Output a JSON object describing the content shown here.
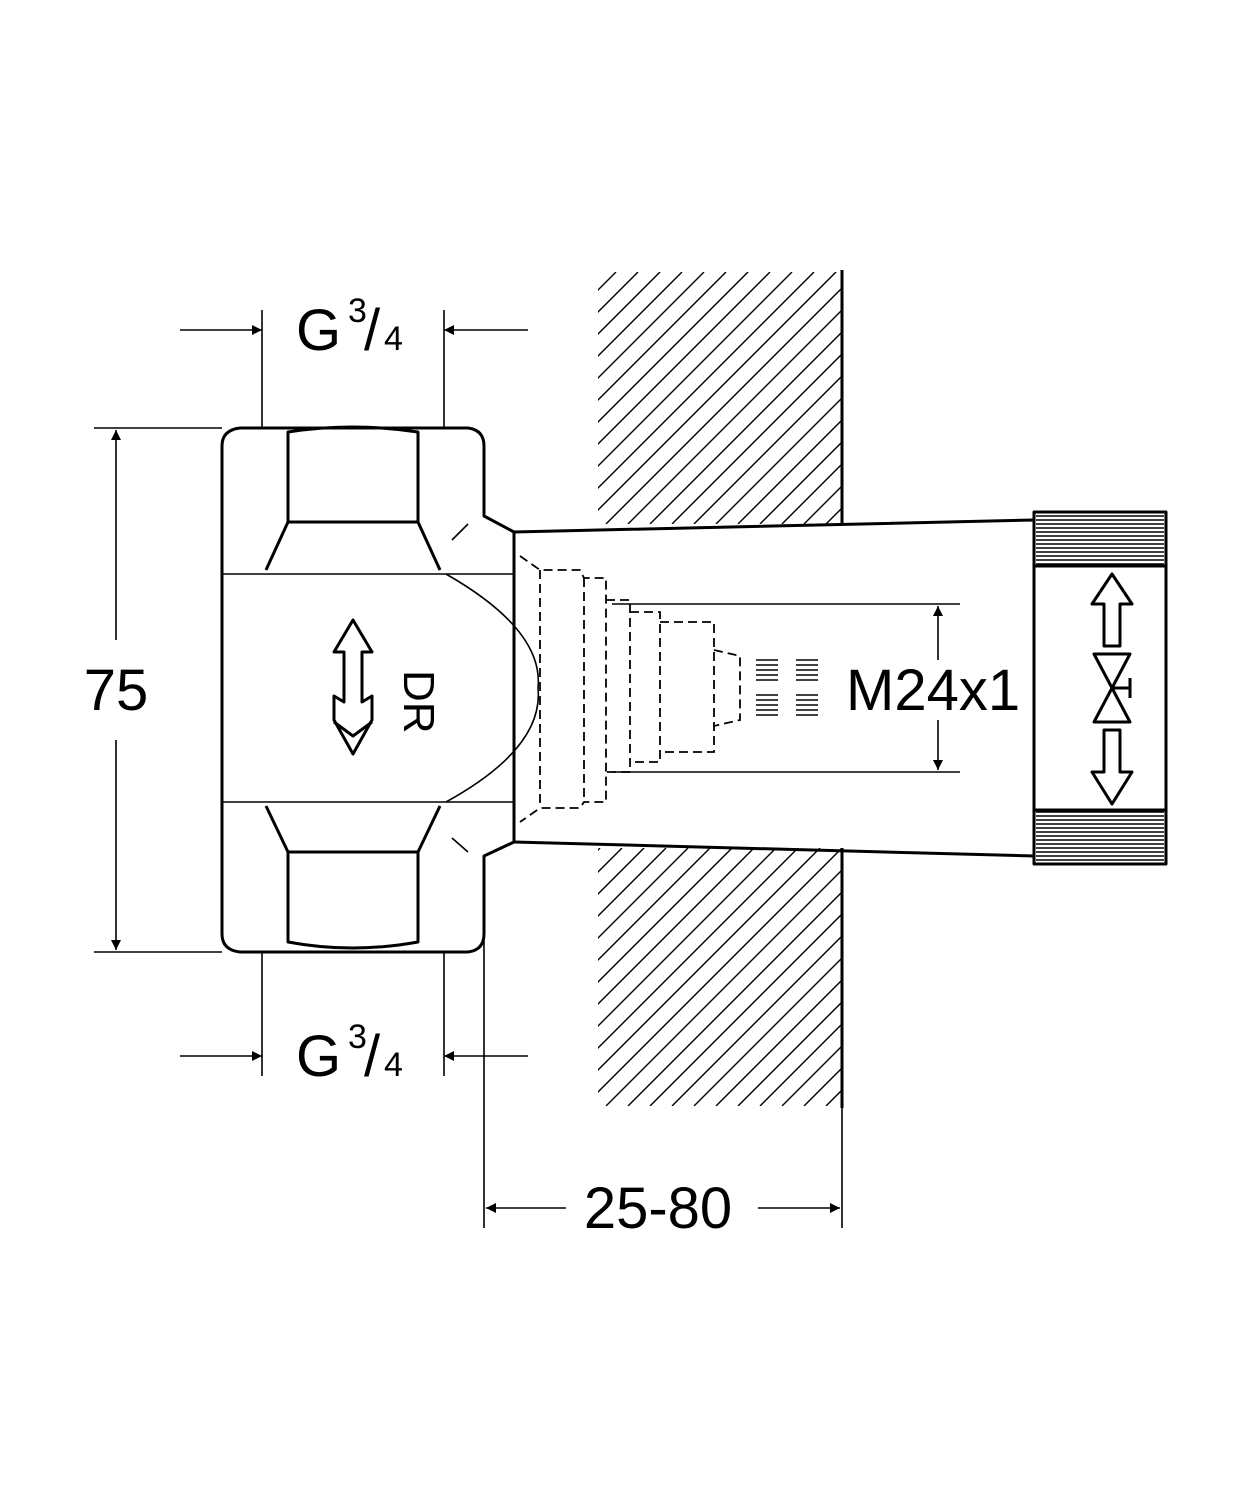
{
  "dimensions": {
    "thread_top": {
      "letter": "G",
      "num": "3",
      "den": "4"
    },
    "thread_bottom": {
      "letter": "G",
      "num": "3",
      "den": "4"
    },
    "height": "75",
    "outlet_thread": "M24x1",
    "wall_depth": "25-80"
  },
  "marking": "DR"
}
